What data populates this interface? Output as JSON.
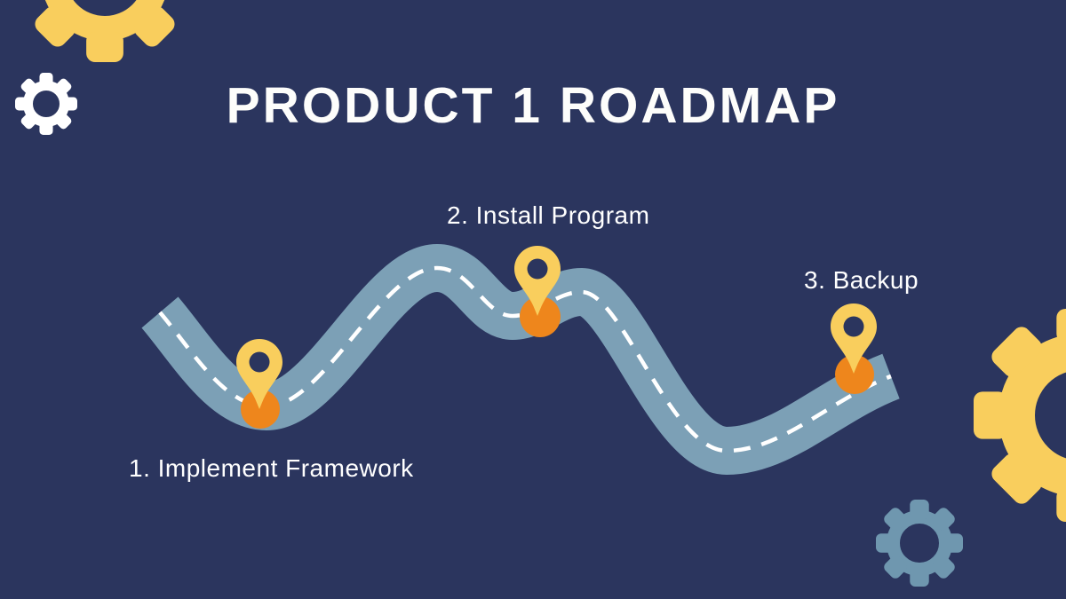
{
  "title": {
    "text": "PRODUCT 1 ROADMAP"
  },
  "milestones": [
    {
      "step": 1,
      "label": "1. Implement Framework"
    },
    {
      "step": 2,
      "label": "2. Install Program"
    },
    {
      "step": 3,
      "label": "3. Backup"
    }
  ],
  "colors": {
    "background": "#2B355E",
    "road": "#7CA0B6",
    "road_line": "#FFFFFF",
    "pin_yellow": "#F9CE5D",
    "pin_orange": "#EE861C",
    "gear_yellow": "#F9CE5D",
    "gear_white": "#FFFFFF",
    "gear_blue": "#6F97AF",
    "text": "#FFFFFF"
  },
  "icons": {
    "pin": "map-pin-icon",
    "gear": "gear-icon"
  }
}
